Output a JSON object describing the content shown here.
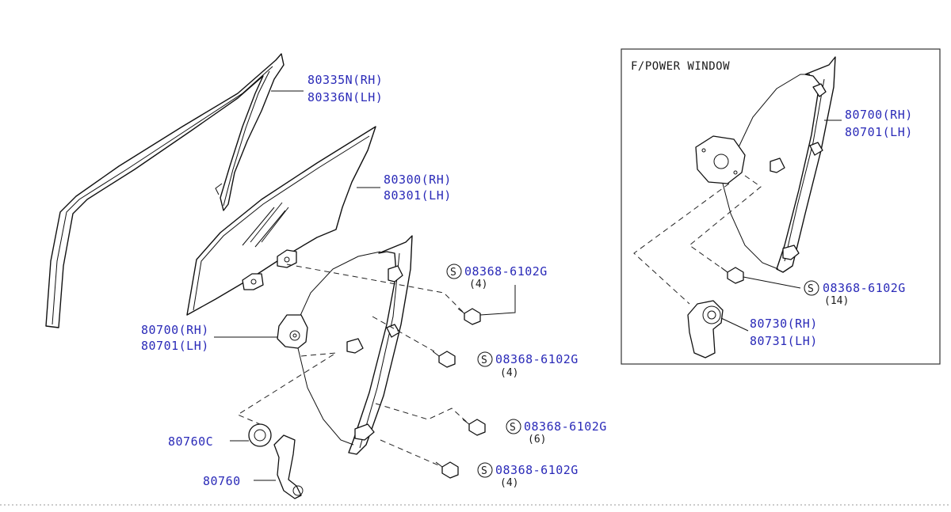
{
  "inset": {
    "title": "F/POWER WINDOW"
  },
  "labels": {
    "sash_rh": "80335N(RH)",
    "sash_lh": "80336N(LH)",
    "glass_rh": "80300(RH)",
    "glass_lh": "80301(LH)",
    "regulator_rh": "80700(RH)",
    "regulator_lh": "80701(LH)",
    "escutcheon": "80760C",
    "handle": "80760",
    "inset_regulator_rh": "80700(RH)",
    "inset_regulator_lh": "80701(LH)",
    "motor_rh": "80730(RH)",
    "motor_lh": "80731(LH)"
  },
  "bolts": {
    "symbol": "S",
    "b1_part": "08368-6102G",
    "b1_qty": "(4)",
    "b2_part": "08368-6102G",
    "b2_qty": "(4)",
    "b3_part": "08368-6102G",
    "b3_qty": "(6)",
    "b4_part": "08368-6102G",
    "b4_qty": "(4)",
    "b5_part": "08368-6102G",
    "b5_qty": "(14)"
  }
}
